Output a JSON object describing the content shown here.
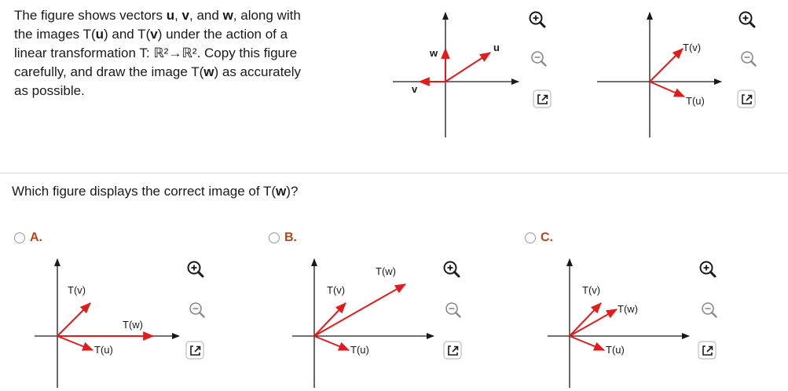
{
  "problem": {
    "line1_pre": "The figure shows vectors ",
    "u": "u",
    "comma1": ", ",
    "v": "v",
    "and": ", and ",
    "w": "w",
    "line1_post": ", along with",
    "line2_pre": "the images T(",
    "u2": "u",
    "line2_mid": ") and T(",
    "v2": "v",
    "line2_post": ") under the action of a",
    "line3": "linear transformation T: ℝ²→ℝ². Copy this figure",
    "line4_pre": "carefully, and draw the image T(",
    "w2": "w",
    "line4_post": ") as accurately",
    "line5": "as possible."
  },
  "question": {
    "pre": "Which figure displays the correct image of T(",
    "bold": "w",
    "post": ")?"
  },
  "figures": {
    "original": {
      "u": "u",
      "v": "v",
      "w": "w"
    },
    "image": {
      "tv": "T(v)",
      "tu": "T(u)"
    }
  },
  "options": [
    {
      "letter": "A.",
      "tv": "T(v)",
      "tw": "T(w)",
      "tu": "T(u)"
    },
    {
      "letter": "B.",
      "tv": "T(v)",
      "tw": "T(w)",
      "tu": "T(u)"
    },
    {
      "letter": "C.",
      "tv": "T(v)",
      "tw": "T(w)",
      "tu": "T(u)"
    }
  ],
  "icons": {
    "zoom_in": "zoom-in-icon",
    "zoom_out": "zoom-out-icon",
    "pop_out": "pop-out-icon"
  },
  "colors": {
    "vector": "#e21b1b",
    "option_label": "#b8431c"
  }
}
